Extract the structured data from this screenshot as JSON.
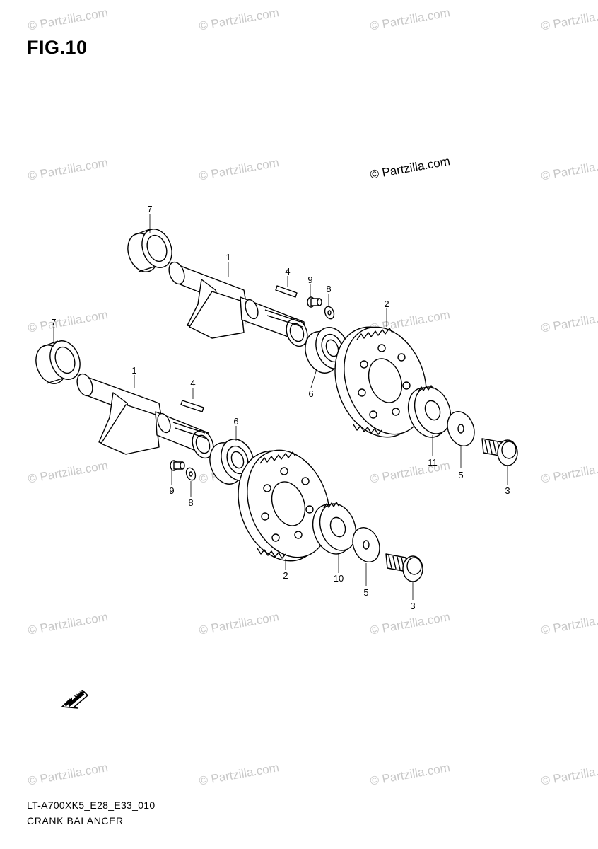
{
  "figure": {
    "title": "FIG.10"
  },
  "watermark": {
    "text": "© Partzilla.com"
  },
  "copyright": {
    "text": "© Partzilla.com"
  },
  "callouts": {
    "upper": {
      "c7": "7",
      "c1": "1",
      "c4": "4",
      "c9": "9",
      "c8": "8",
      "c2": "2",
      "c6": "6",
      "c11": "11",
      "c5": "5",
      "c3": "3"
    },
    "lower": {
      "c7": "7",
      "c1": "1",
      "c4": "4",
      "c6": "6",
      "c9": "9",
      "c8": "8",
      "c2": "2",
      "c10": "10",
      "c5": "5",
      "c3": "3"
    }
  },
  "direction_arrow": {
    "label": "FWD"
  },
  "footer": {
    "code": "LT-A700XK5_E28_E33_010",
    "title": "CRANK BALANCER"
  }
}
